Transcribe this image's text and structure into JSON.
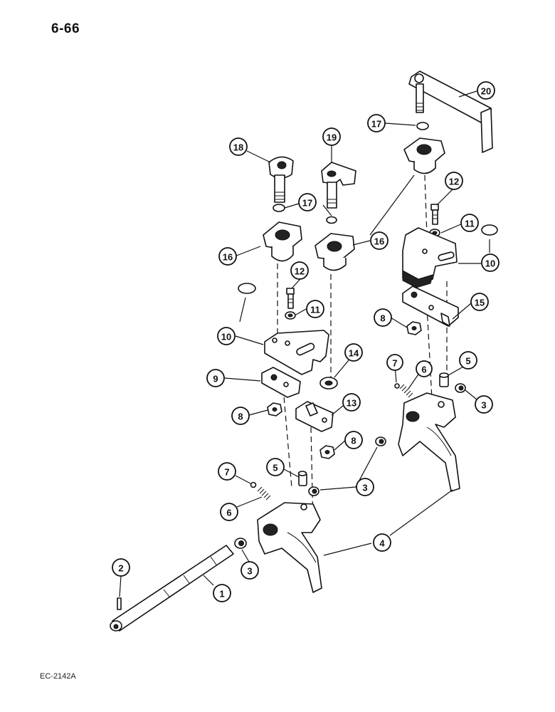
{
  "page": {
    "number": "6-66",
    "figure_code": "EC-2142A"
  },
  "callouts": [
    {
      "id": "c20",
      "label": "20"
    },
    {
      "id": "c17a",
      "label": "17"
    },
    {
      "id": "c18",
      "label": "18"
    },
    {
      "id": "c19",
      "label": "19"
    },
    {
      "id": "c12a",
      "label": "12"
    },
    {
      "id": "c17b",
      "label": "17"
    },
    {
      "id": "c11a",
      "label": "11"
    },
    {
      "id": "c10a",
      "label": "10"
    },
    {
      "id": "c16a",
      "label": "16"
    },
    {
      "id": "c16b",
      "label": "16"
    },
    {
      "id": "c12b",
      "label": "12"
    },
    {
      "id": "c11b",
      "label": "11"
    },
    {
      "id": "c10b",
      "label": "10"
    },
    {
      "id": "c15",
      "label": "15"
    },
    {
      "id": "c8a",
      "label": "8"
    },
    {
      "id": "c14",
      "label": "14"
    },
    {
      "id": "c9",
      "label": "9"
    },
    {
      "id": "c13",
      "label": "13"
    },
    {
      "id": "c8b",
      "label": "8"
    },
    {
      "id": "c8c",
      "label": "8"
    },
    {
      "id": "c7a",
      "label": "7"
    },
    {
      "id": "c6a",
      "label": "6"
    },
    {
      "id": "c5a",
      "label": "5"
    },
    {
      "id": "c3a",
      "label": "3"
    },
    {
      "id": "c5b",
      "label": "5"
    },
    {
      "id": "c3b",
      "label": "3"
    },
    {
      "id": "c7b",
      "label": "7"
    },
    {
      "id": "c6b",
      "label": "6"
    },
    {
      "id": "c4",
      "label": "4"
    },
    {
      "id": "c3c",
      "label": "3"
    },
    {
      "id": "c2",
      "label": "2"
    },
    {
      "id": "c1",
      "label": "1"
    }
  ]
}
